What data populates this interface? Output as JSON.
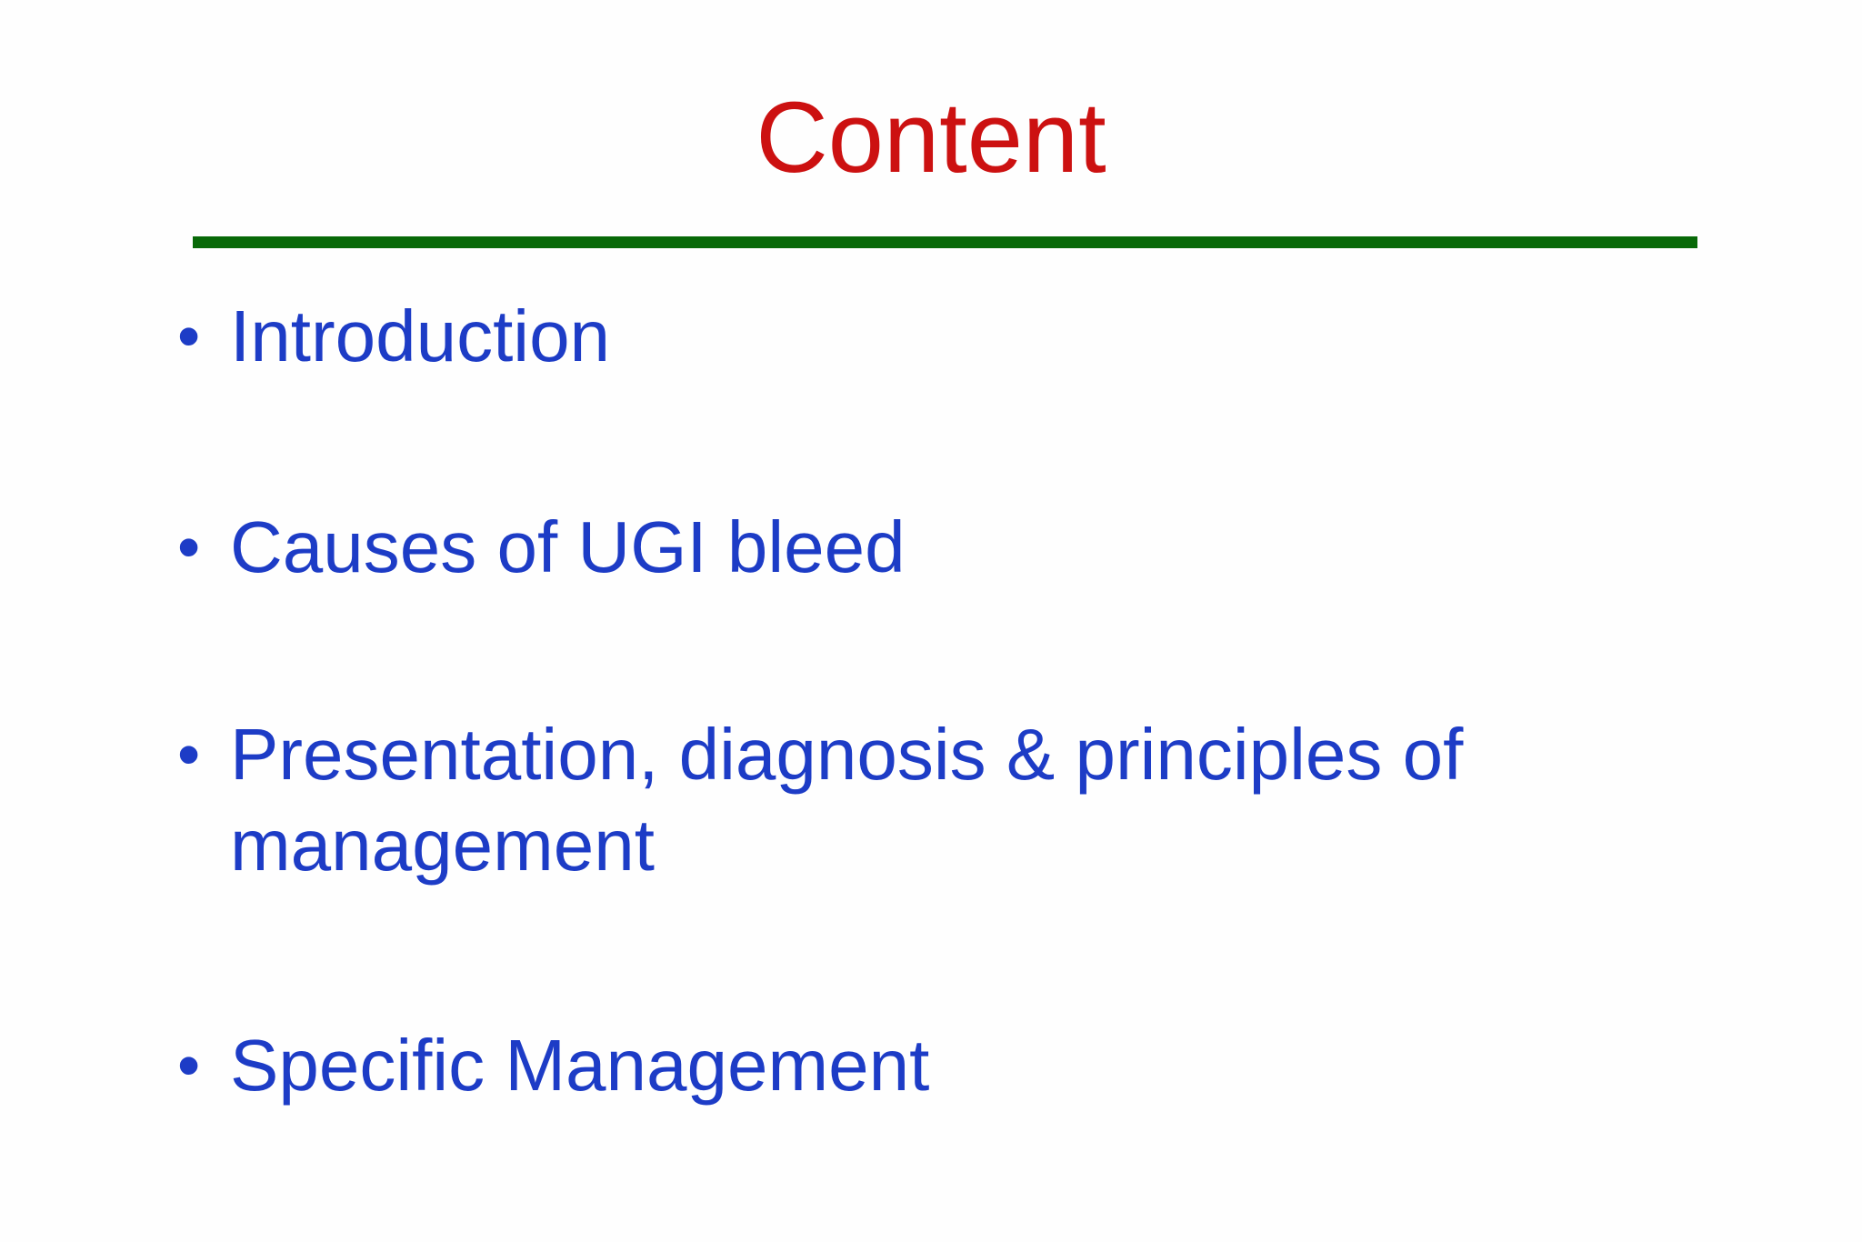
{
  "slide": {
    "title": "Content",
    "bullet_glyph": "•",
    "bullets": [
      {
        "text": "Introduction"
      },
      {
        "text": "Causes of UGI bleed"
      },
      {
        "text": "Presentation, diagnosis & principles of management"
      },
      {
        "text": "Specific Management"
      }
    ],
    "colors": {
      "title": "#cc1111",
      "divider": "#086908",
      "bullet_text": "#1d3cc6",
      "background": "#fefefe"
    }
  }
}
